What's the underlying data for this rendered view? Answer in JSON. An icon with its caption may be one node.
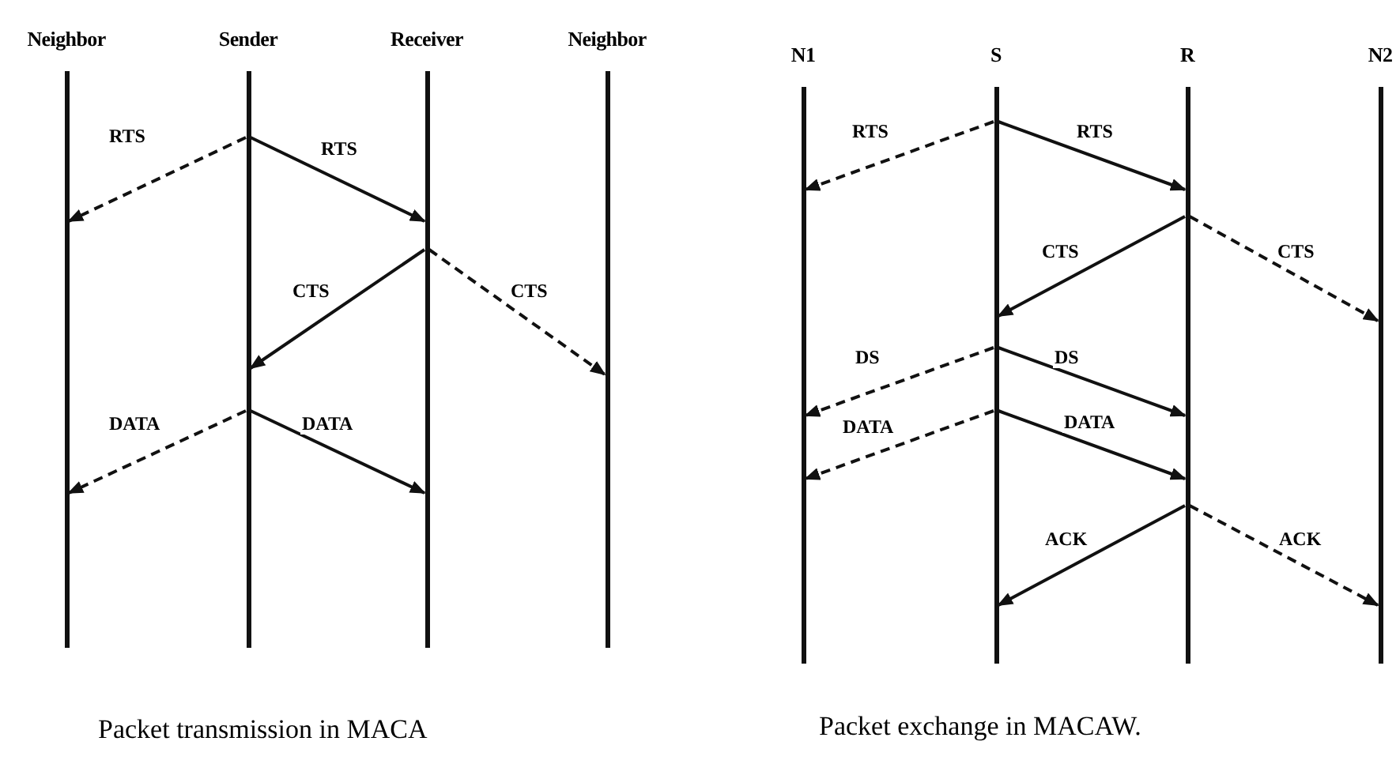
{
  "diagram": {
    "nodes": [
      {
        "text": [
          "Neighbor"
        ]
      },
      {
        "text": [
          "Sender"
        ]
      },
      {
        "text": [
          "Receiver"
        ]
      },
      {
        "text": [
          "Neighbor"
        ]
      },
      {
        "text": [
          "N1"
        ]
      },
      {
        "text": [
          "S"
        ]
      },
      {
        "text": [
          "R"
        ]
      },
      {
        "text": [
          "N2"
        ]
      }
    ],
    "edges": [
      {
        "from": 1,
        "to": 0,
        "arrow": "to",
        "label": "RTS",
        "style": "dashed"
      },
      {
        "from": 1,
        "to": 2,
        "arrow": "to",
        "label": "RTS"
      },
      {
        "from": 2,
        "to": 1,
        "arrow": "to",
        "label": "CTS"
      },
      {
        "from": 2,
        "to": 3,
        "arrow": "to",
        "label": "CTS",
        "style": "dashed"
      },
      {
        "from": 1,
        "to": 0,
        "arrow": "to",
        "label": "DATA",
        "style": "dashed"
      },
      {
        "from": 1,
        "to": 2,
        "arrow": "to",
        "label": "DATA"
      },
      {
        "from": 5,
        "to": 4,
        "arrow": "to",
        "label": "RTS",
        "style": "dashed"
      },
      {
        "from": 5,
        "to": 6,
        "arrow": "to",
        "label": "RTS"
      },
      {
        "from": 6,
        "to": 5,
        "arrow": "to",
        "label": "CTS"
      },
      {
        "from": 6,
        "to": 7,
        "arrow": "to",
        "label": "CTS",
        "style": "dashed"
      },
      {
        "from": 5,
        "to": 4,
        "arrow": "to",
        "label": "DS",
        "style": "dashed"
      },
      {
        "from": 5,
        "to": 6,
        "arrow": "to",
        "label": "DS"
      },
      {
        "from": 5,
        "to": 4,
        "arrow": "to",
        "label": "DATA",
        "style": "dashed"
      },
      {
        "from": 5,
        "to": 6,
        "arrow": "to",
        "label": "DATA"
      },
      {
        "from": 6,
        "to": 5,
        "arrow": "to",
        "label": "ACK"
      },
      {
        "from": 6,
        "to": 7,
        "arrow": "to",
        "label": "ACK",
        "style": "dashed"
      }
    ],
    "labels": [
      "Packet transmission in MACA",
      "Packet exchange in MACAW."
    ]
  }
}
